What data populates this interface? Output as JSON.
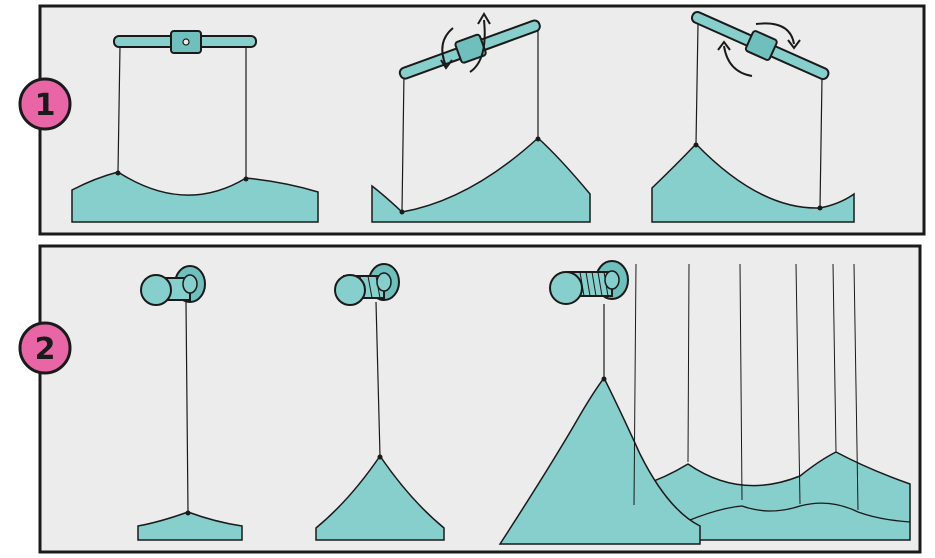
{
  "panels": [
    {
      "number": "1",
      "steps": [
        "bar-level",
        "bar-tilt-left-down",
        "bar-tilt-right-down"
      ]
    },
    {
      "number": "2",
      "steps": [
        "small-peak",
        "medium-peak",
        "large-peak-with-many-strings"
      ]
    }
  ],
  "colors": {
    "teal": "#86cfcc",
    "teal_dark": "#6fbfbc",
    "badge": "#e866a6",
    "panel_bg": "#ececec",
    "ink": "#1a1a1a"
  },
  "icons": [
    "rotate-arrows-icon",
    "spool-icon"
  ]
}
